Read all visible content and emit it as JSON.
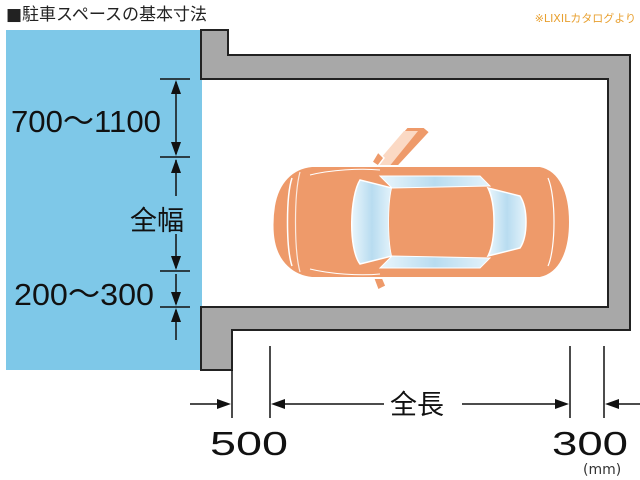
{
  "title": "■駐車スペースの基本寸法",
  "source": "※LIXILカタログより",
  "labels": {
    "door_clearance": "700〜1100",
    "overall_width": "全幅",
    "side_clearance": "200〜300",
    "overall_length": "全長",
    "front_clearance": "500",
    "rear_clearance": "300",
    "unit": "(mm)"
  },
  "colors": {
    "road": "#7ec8e8",
    "wall": "#a8a8a8",
    "car": "#ee9a6a",
    "glass": "#d8eef8",
    "title_accent": "#e8a030"
  },
  "icons": {
    "car": "car-top-view-icon"
  }
}
